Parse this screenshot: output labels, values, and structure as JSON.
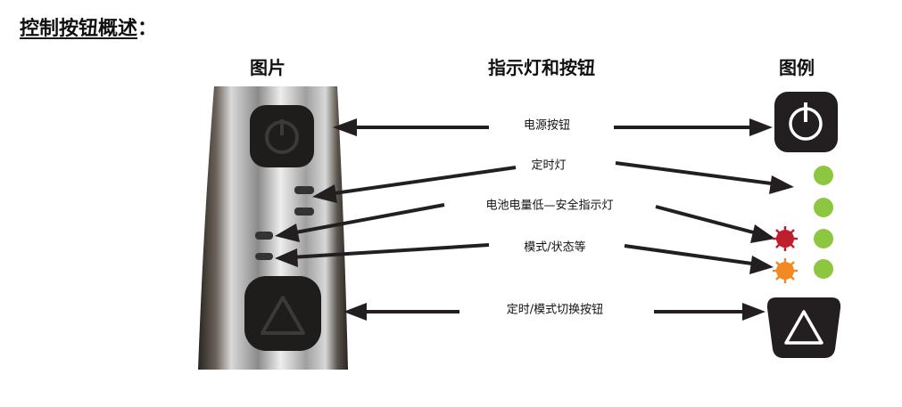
{
  "title": "控制按钮概述",
  "title_suffix": "：",
  "headers": {
    "picture": "图片",
    "indicators": "指示灯和按钮",
    "legend": "图例"
  },
  "labels": {
    "power": "电源按钮",
    "timer": "定时灯",
    "battery": "电池电量低—安全指示灯",
    "mode": "模式/状态等",
    "switch": "定时/模式切换按钮"
  },
  "icons": [
    "power-icon",
    "timer-light-icon",
    "battery-warning-light-icon",
    "mode-status-light-icon",
    "triangle-switch-icon"
  ],
  "colors": {
    "green": "#8dc63f",
    "red": "#be1e2d",
    "orange": "#f08a24",
    "dark": "#231f20"
  }
}
